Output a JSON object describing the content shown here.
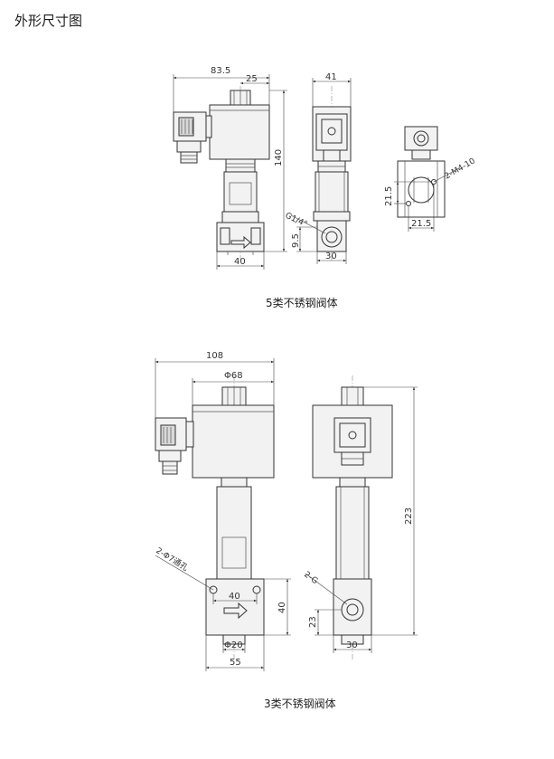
{
  "title": "外形尺寸图",
  "captions": {
    "type5": "5类不锈钢阀体",
    "type3": "3类不锈钢阀体"
  },
  "dims5": {
    "total_width": "83.5",
    "top": "25",
    "height": "140",
    "base": "40",
    "offset": "9.5",
    "port": "G1/4\"",
    "side_width": "41",
    "side_base": "30",
    "holes": "2-M4-10",
    "hole_v": "21.5",
    "hole_h": "21.5"
  },
  "dims3": {
    "total_width": "108",
    "coil_dia": "Φ68",
    "height": "223",
    "mount_holes": "2-Φ7通孔",
    "hole_spacing": "40",
    "body_height": "40",
    "port_height": "23",
    "bottom_dia": "Φ20",
    "base": "55",
    "port": "2-G",
    "side_base": "30"
  }
}
